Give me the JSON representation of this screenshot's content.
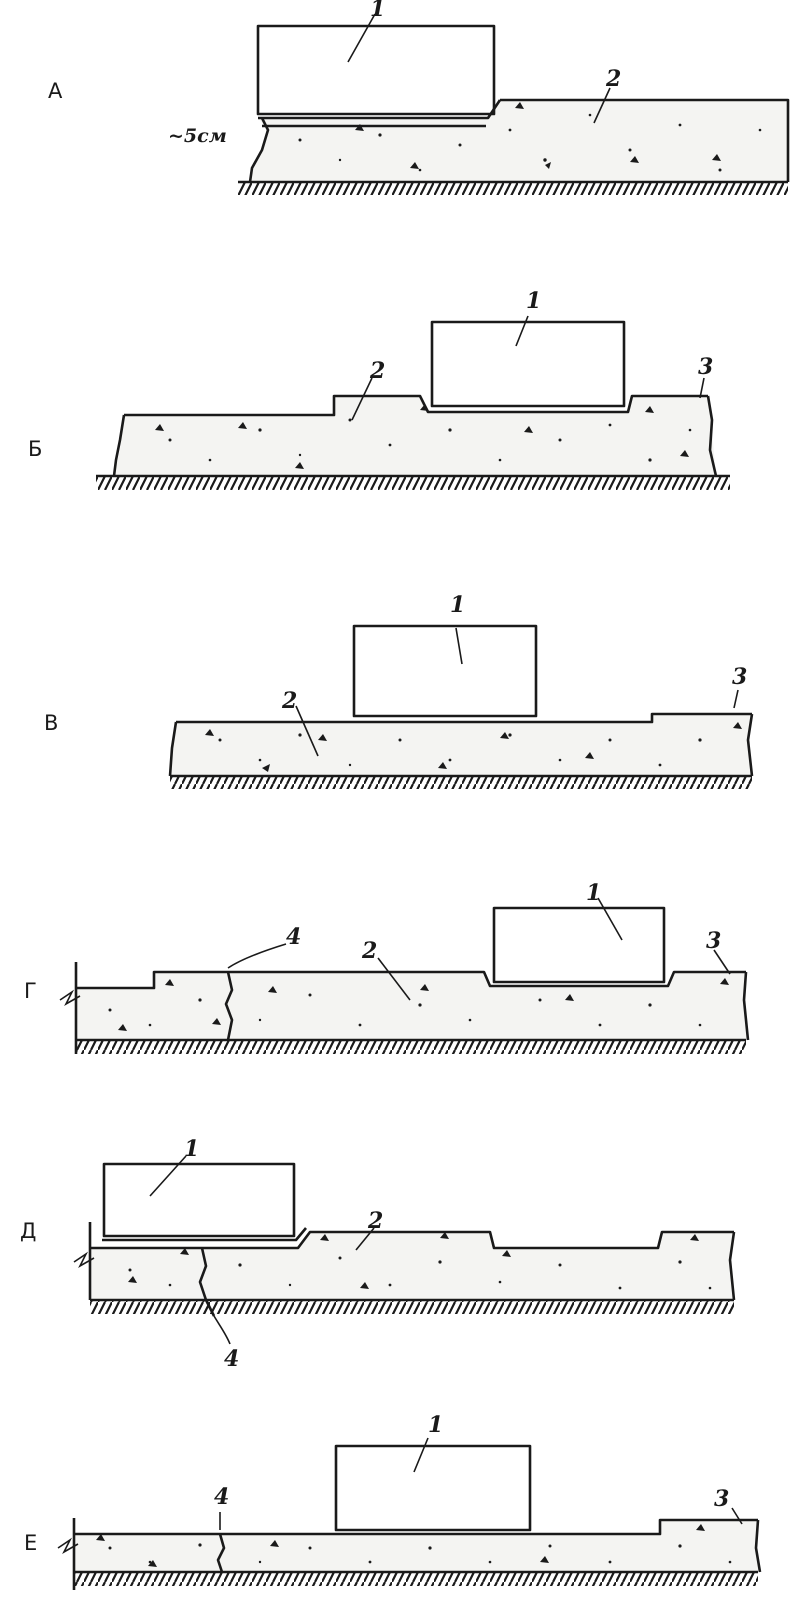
{
  "panels": [
    {
      "letter": "А",
      "callouts": [
        "1",
        "2"
      ],
      "dimension": "~5см"
    },
    {
      "letter": "Б",
      "callouts": [
        "1",
        "2",
        "3"
      ]
    },
    {
      "letter": "В",
      "callouts": [
        "1",
        "2",
        "3"
      ]
    },
    {
      "letter": "Г",
      "callouts": [
        "1",
        "2",
        "3",
        "4"
      ]
    },
    {
      "letter": "Д",
      "callouts": [
        "1",
        "2",
        "4"
      ]
    },
    {
      "letter": "Е",
      "callouts": [
        "1",
        "3",
        "4"
      ]
    }
  ],
  "colors": {
    "ink": "#1a1a1a",
    "paper": "#ffffff",
    "fill": "#f4f4f2"
  }
}
